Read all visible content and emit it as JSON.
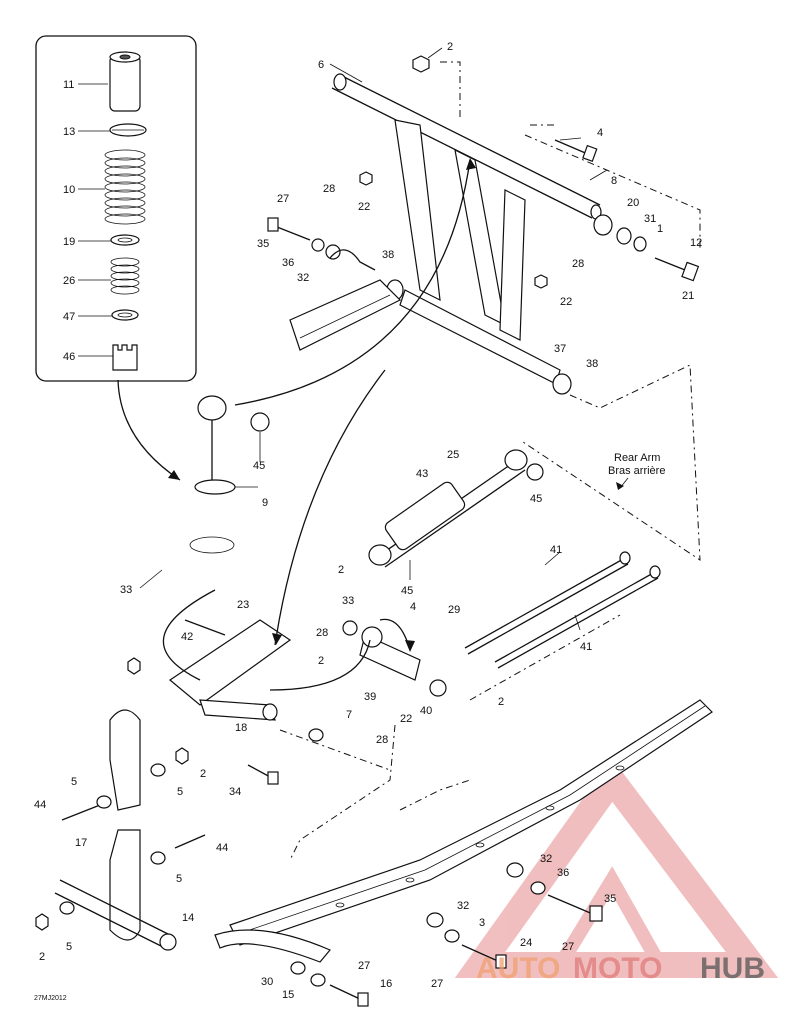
{
  "diagram": {
    "labels": [
      "2",
      "6",
      "4",
      "8",
      "20",
      "31",
      "1",
      "12",
      "21",
      "27",
      "28",
      "22",
      "35",
      "36",
      "32",
      "38",
      "28",
      "22",
      "37",
      "38",
      "11",
      "13",
      "10",
      "19",
      "26",
      "47",
      "46",
      "45",
      "9",
      "25",
      "43",
      "45",
      "33",
      "2",
      "41",
      "41",
      "29",
      "33",
      "4",
      "45",
      "42",
      "23",
      "28",
      "2",
      "39",
      "40",
      "22",
      "28",
      "2",
      "7",
      "18",
      "34",
      "5",
      "2",
      "5",
      "44",
      "44",
      "5",
      "17",
      "14",
      "2",
      "5",
      "32",
      "36",
      "35",
      "32",
      "3",
      "24",
      "27",
      "27",
      "30",
      "15",
      "16",
      "27"
    ],
    "caption_rear_arm": "Rear Arm",
    "caption_bras_arriere": "Bras arrière",
    "drawing_code": "27MJ2012"
  },
  "watermark": {
    "text_part1": "AUTO",
    "text_part2": "MOTO",
    "text_part3": "HUB",
    "color_primary": "#e8a0a0",
    "color_accent": "#f0c070",
    "color_dark": "#555555"
  }
}
